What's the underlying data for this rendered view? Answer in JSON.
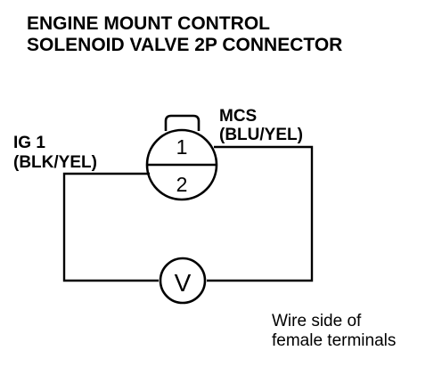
{
  "title": {
    "line1": "ENGINE MOUNT CONTROL",
    "line2": "SOLENOID VALVE 2P CONNECTOR"
  },
  "connector": {
    "pin1": "1",
    "pin2": "2"
  },
  "labels": {
    "mcs_name": "MCS",
    "mcs_color": "(BLU/YEL)",
    "ig1_name": "IG 1",
    "ig1_color": "(BLK/YEL)"
  },
  "meter": {
    "symbol": "V",
    "icon": "voltmeter-icon"
  },
  "note": {
    "line1": "Wire side of",
    "line2": "female terminals"
  }
}
